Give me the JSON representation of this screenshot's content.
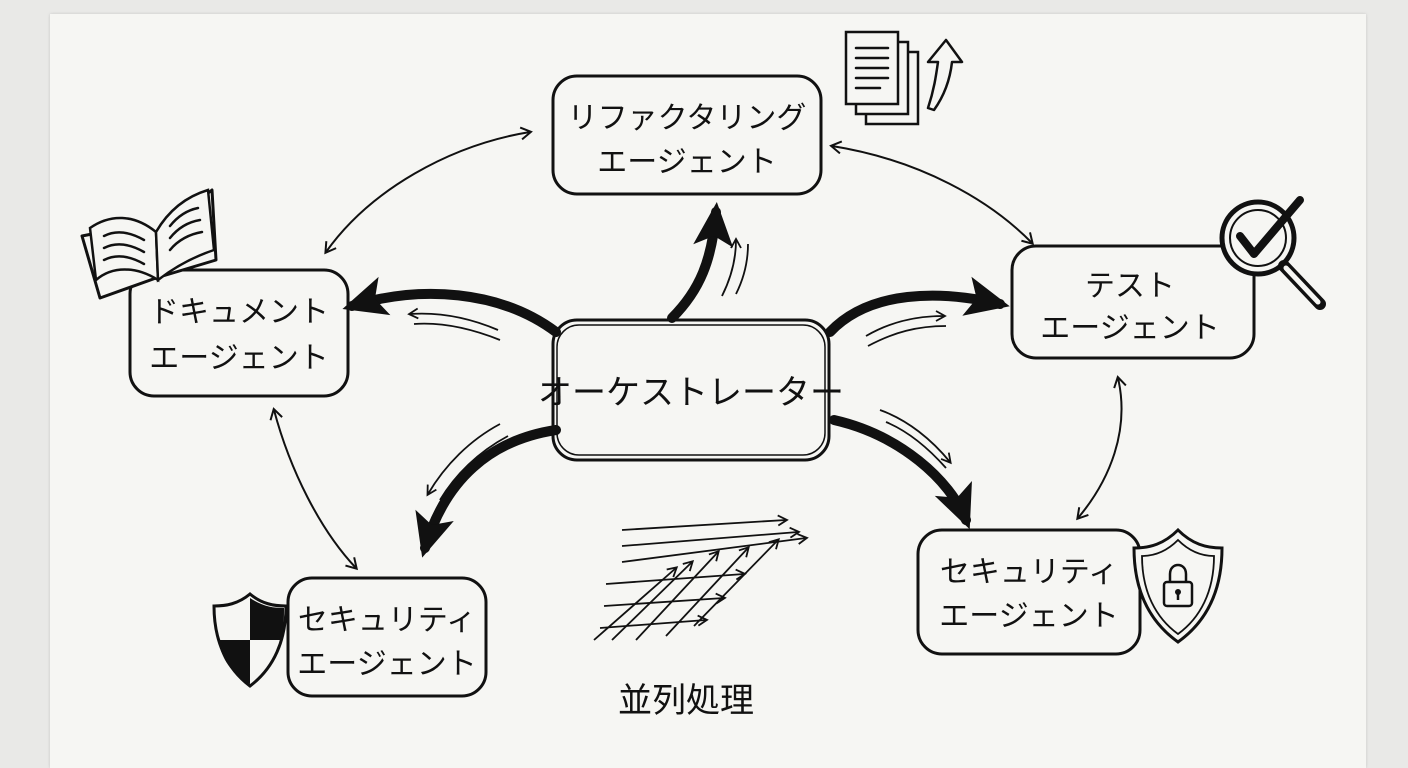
{
  "nodes": {
    "orchestrator": "オーケストレーター",
    "refactoring": [
      "リファクタリング",
      "エージェント"
    ],
    "document": [
      "ドキュメント",
      "エージェント"
    ],
    "test": [
      "テスト",
      "エージェント"
    ],
    "security_left": [
      "セキュリティ",
      "エージェント"
    ],
    "security_right": [
      "セキュリティ",
      "エージェント"
    ]
  },
  "caption": "並列処理",
  "icons": {
    "refactoring": "documents-with-up-arrow-icon",
    "document": "open-book-icon",
    "test": "magnifier-checkmark-icon",
    "security_left": "checkered-shield-icon",
    "security_right": "shield-lock-icon",
    "parallel": "parallel-arrows-icon"
  }
}
